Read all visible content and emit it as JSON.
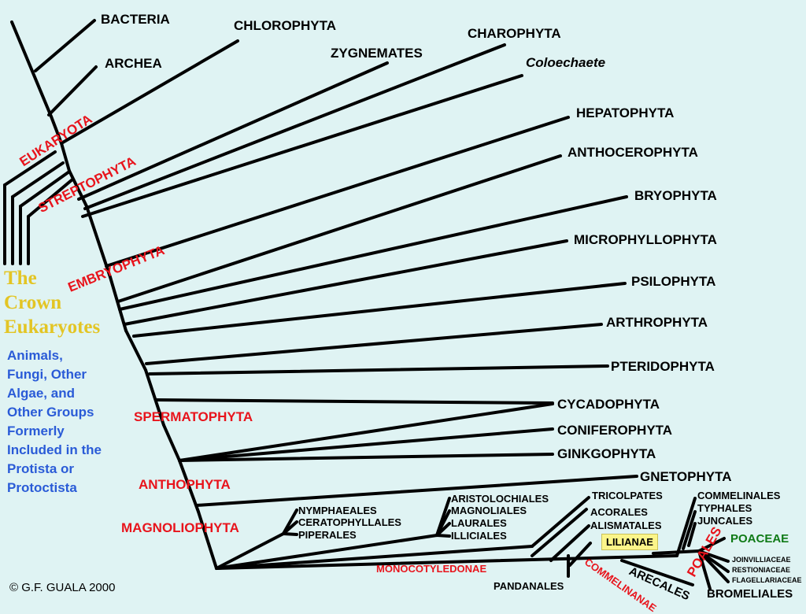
{
  "colors": {
    "background": "#dff3f3",
    "line": "#000000",
    "red": "#e8141c",
    "gold": "#e3c524",
    "blue": "#2a5bd7",
    "green": "#0f7a16",
    "highlight": "#fbf58a"
  },
  "taxa": {
    "bacteria": "BACTERIA",
    "archea": "ARCHEA",
    "chlorophyta": "CHLOROPHYTA",
    "zygnemates": "ZYGNEMATES",
    "charophyta": "CHAROPHYTA",
    "coloechaete": "Coloechaete",
    "hepatophyta": "HEPATOPHYTA",
    "anthocerophyta": "ANTHOCEROPHYTA",
    "bryophyta": "BRYOPHYTA",
    "microphyllophyta": "MICROPHYLLOPHYTA",
    "psilophyta": "PSILOPHYTA",
    "arthrophyta": "ARTHROPHYTA",
    "pteridophyta": "PTERIDOPHYTA",
    "cycadophyta": "CYCADOPHYTA",
    "coniferophyta": "CONIFEROPHYTA",
    "ginkgophyta": "GINKGOPHYTA",
    "gnetophyta": "GNETOPHYTA",
    "nymphaeales": "NYMPHAEALES",
    "ceratophyllales": "CERATOPHYLLALES",
    "piperales": "PIPERALES",
    "aristolochiales": "ARISTOLOCHIALES",
    "magnoliales": "MAGNOLIALES",
    "laurales": "LAURALES",
    "illiciales": "ILLICIALES",
    "tricolpates": "TRICOLPATES",
    "acorales": "ACORALES",
    "alismatales": "ALISMATALES",
    "pandanales": "PANDANALES",
    "arecales": "ARECALES",
    "commelinales": "COMMELINALES",
    "typhales": "TYPHALES",
    "juncales": "JUNCALES",
    "poaceae": "POACEAE",
    "joinvilliaceae": "JOINVILLIACEAE",
    "restioniaceae": "RESTIONIACEAE",
    "flagellariaceae": "FLAGELLARIACEAE",
    "bromeliales": "BROMELIALES"
  },
  "clades": {
    "eukaryota": "EUKARYOTA",
    "streptophyta": "STREPTOPHYTA",
    "embryophyta": "EMBRYOPHYTA",
    "spermatophyta": "SPERMATOPHYTA",
    "anthophyta": "ANTHOPHYTA",
    "magnoliophyta": "MAGNOLIOPHYTA",
    "monocotyledonae": "MONOCOTYLEDONAE",
    "lilianae": "LILIANAE",
    "commelinanae": "COMMELINANAE",
    "poales": "POALES"
  },
  "crown": {
    "line1": "The",
    "line2": "Crown",
    "line3": "Eukaryotes"
  },
  "side_note": [
    "Animals,",
    "Fungi, Other",
    "Algae, and",
    "Other Groups",
    "Formerly",
    "Included in the",
    "Protista or",
    "Protoctista"
  ],
  "credit": "© G.F. GUALA 2000"
}
